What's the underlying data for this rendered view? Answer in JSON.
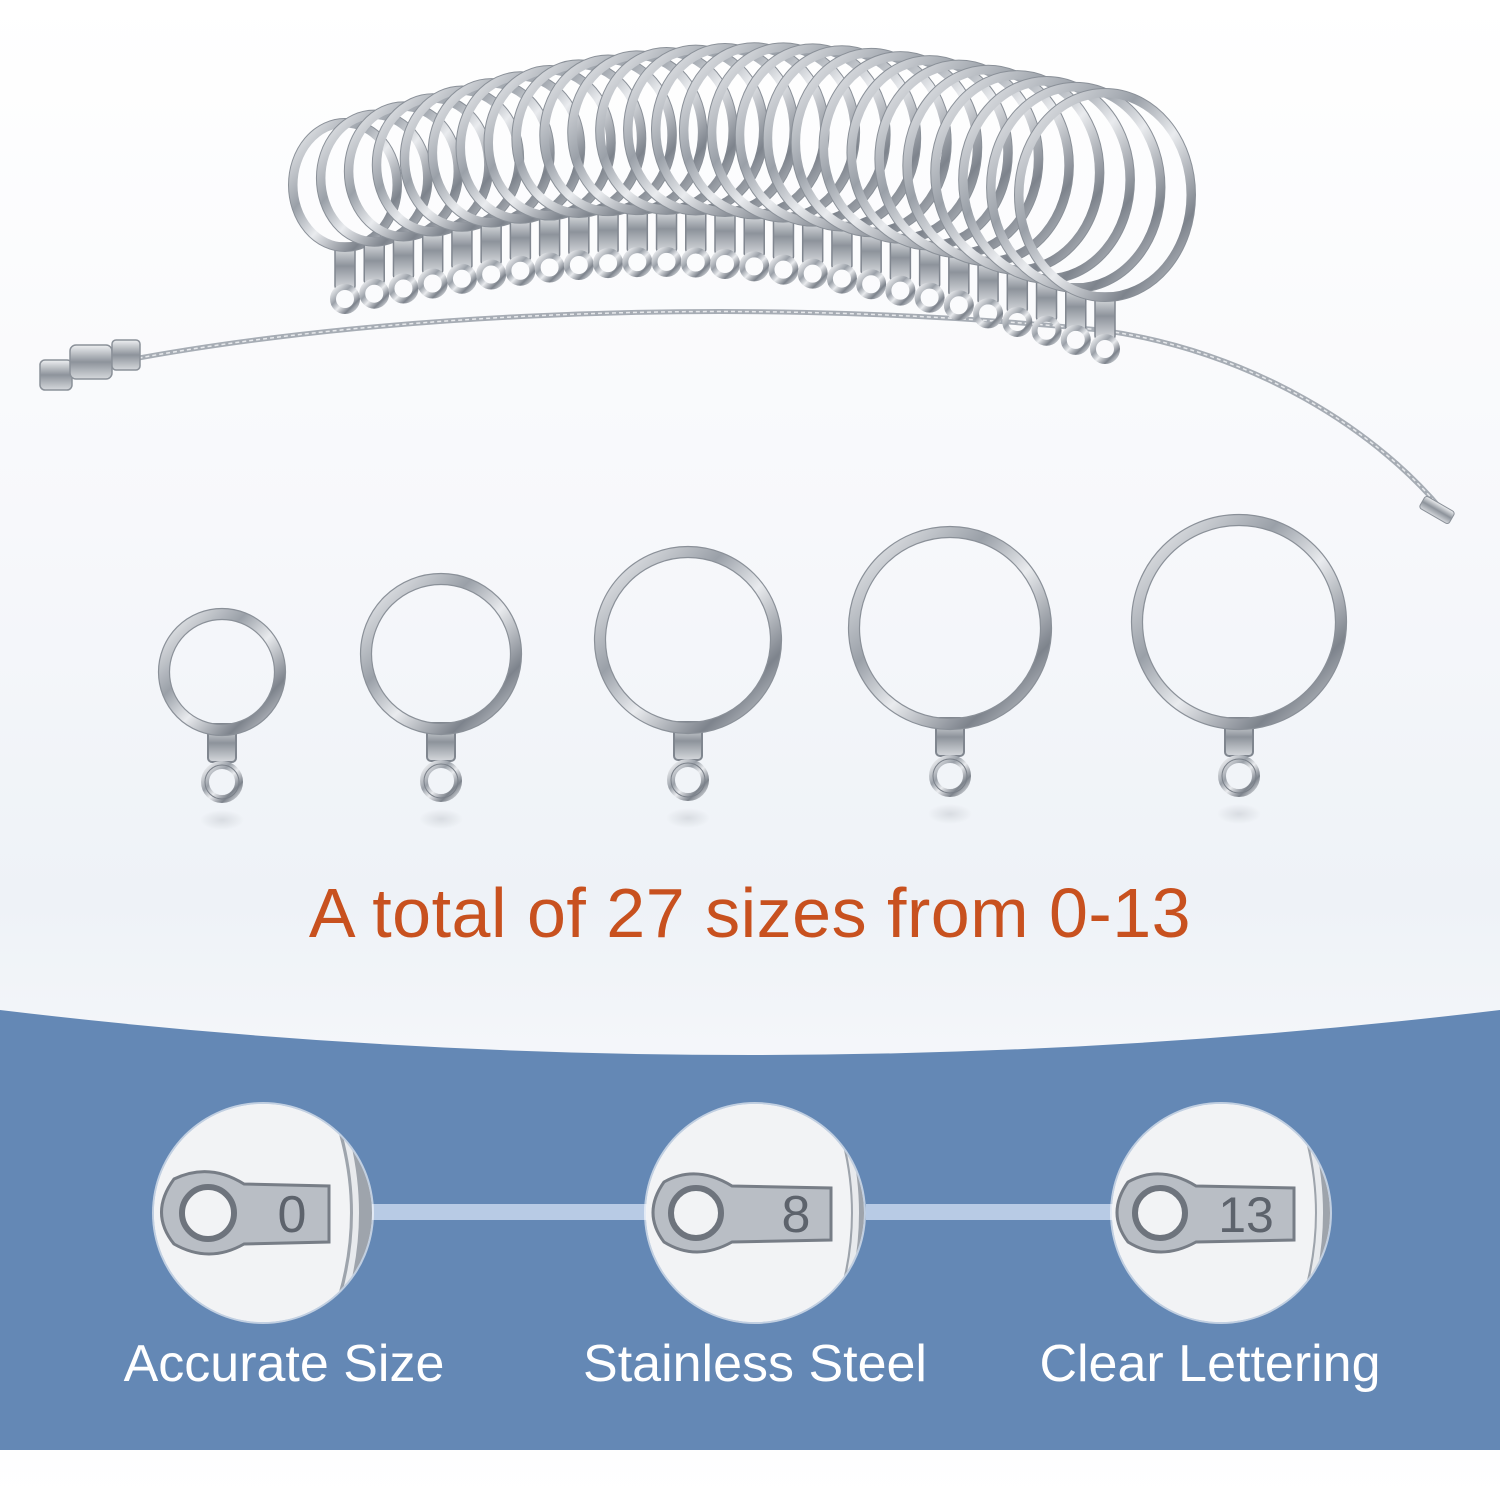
{
  "headline": "A total of 27 sizes from 0-13",
  "features": [
    {
      "label": "Accurate Size",
      "tag_number": "0"
    },
    {
      "label": "Stainless Steel",
      "tag_number": "8"
    },
    {
      "label": "Clear Lettering",
      "tag_number": "13"
    }
  ],
  "colors": {
    "headline": "#c8511f",
    "band": "#6488b5",
    "connector": "#b8cbe5",
    "label": "#ffffff",
    "metal": "#c7cbd2"
  },
  "icons": [
    "ring-sizer-coil-image",
    "single-ring-image",
    "ring-tag-closeup-image"
  ]
}
